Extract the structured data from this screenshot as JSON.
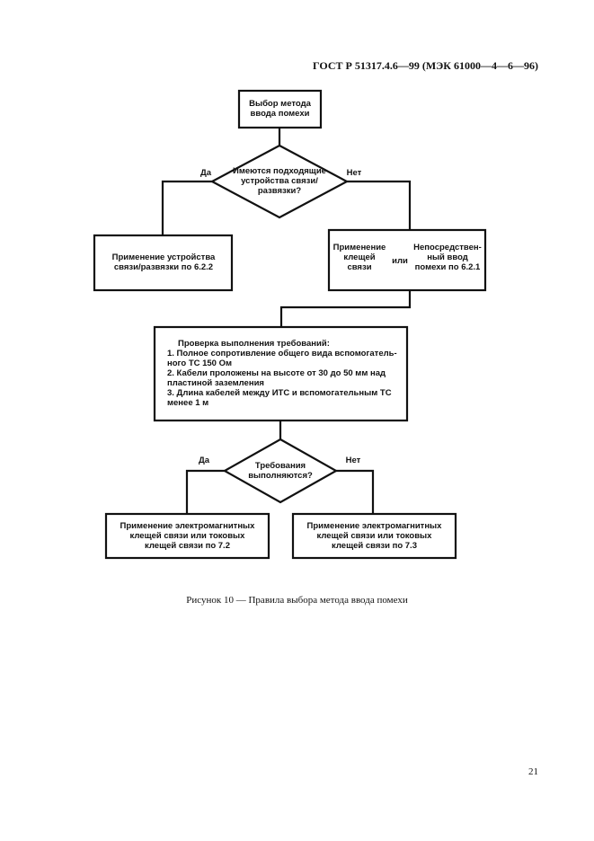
{
  "document": {
    "header": "ГОСТ Р 51317.4.6—99 (МЭК 61000—4—6—96)",
    "caption": "Рисунок 10 — Правила выбора метода ввода помехи",
    "page_number": "21"
  },
  "flowchart": {
    "start": "Выбор метода ввода помехи",
    "decision1": "Имеются подходящие устройства связи/развязки?",
    "decision1_yes": "Да",
    "decision1_no": "Нет",
    "box_cdn": "Применение устройства связи/развязки по 6.2.2",
    "box_clamp": "Применение клещей связи",
    "or_label": "или",
    "box_direct": "Непосредствен-ный ввод помехи по 6.2.1",
    "check_title": "Проверка выполнения требований:",
    "check_items": [
      "1. Полное сопротивление общего вида вспомогатель-ного ТС 150 Ом",
      "2. Кабели проложены на высоте от 30 до 50 мм над пластиной заземления",
      "3. Длина кабелей между ИТС и вспомогательным ТС менее 1 м"
    ],
    "decision2": "Требования выполняются?",
    "decision2_yes": "Да",
    "decision2_no": "Нет",
    "box_em_clamp": "Применение электромагнитных клещей связи или токовых клещей связи по 7.2",
    "box_current_clamp": "Применение электромагнитных клещей связи или токовых клещей связи по 7.3"
  }
}
